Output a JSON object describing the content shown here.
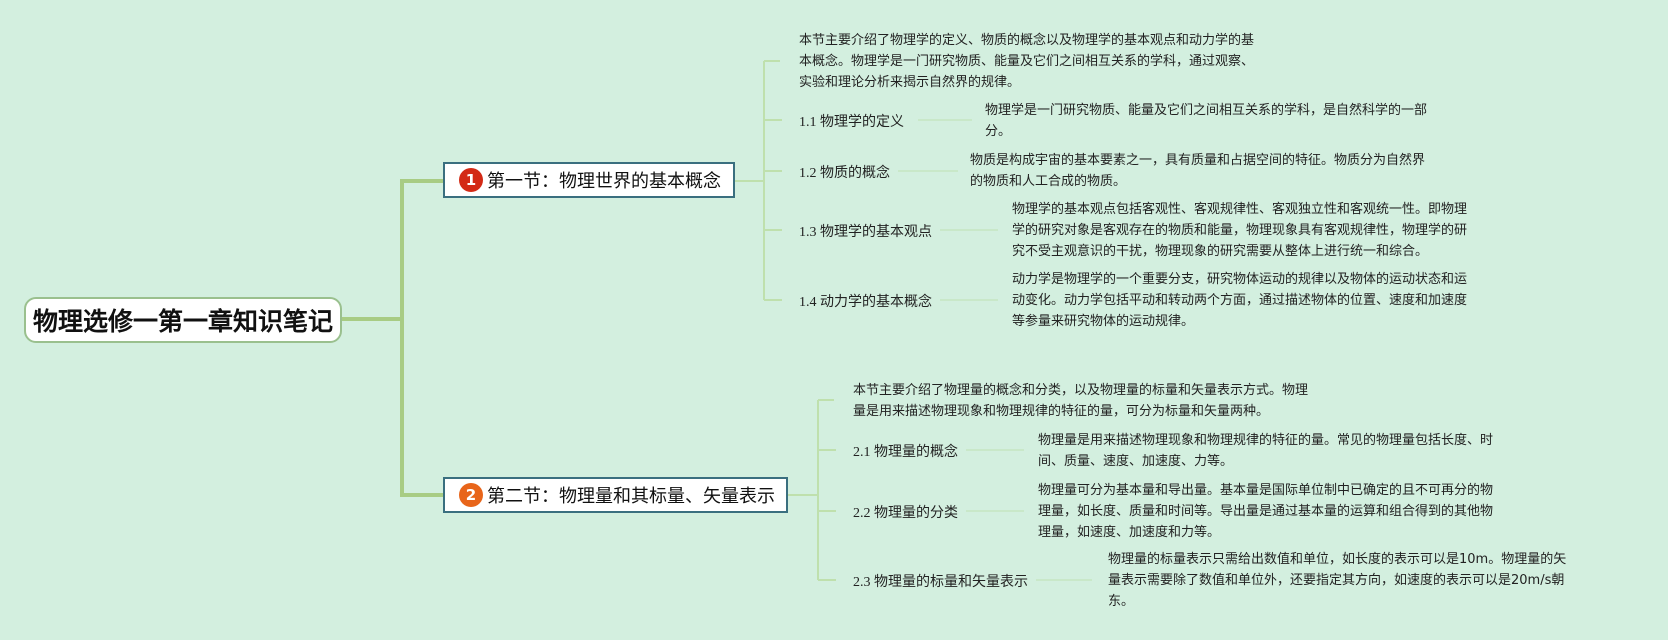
{
  "root": {
    "title": "物理选修一第一章知识笔记"
  },
  "sections": [
    {
      "badge": "1",
      "title": "第一节：物理世界的基本概念",
      "summary": [
        "本节主要介绍了物理学的定义、物质的概念以及物理学的基本观点和动力学的基",
        "本概念。物理学是一门研究物质、能量及它们之间相互关系的学科，通过观察、",
        "实验和理论分析来揭示自然界的规律。"
      ],
      "items": [
        {
          "label": "1.1 物理学的定义",
          "desc": [
            "物理学是一门研究物质、能量及它们之间相互关系的学科，是自然科学的一部",
            "分。"
          ]
        },
        {
          "label": "1.2 物质的概念",
          "desc": [
            "物质是构成宇宙的基本要素之一，具有质量和占据空间的特征。物质分为自然界",
            "的物质和人工合成的物质。"
          ]
        },
        {
          "label": "1.3 物理学的基本观点",
          "desc": [
            "物理学的基本观点包括客观性、客观规律性、客观独立性和客观统一性。即物理",
            "学的研究对象是客观存在的物质和能量，物理现象具有客观规律性，物理学的研",
            "究不受主观意识的干扰，物理现象的研究需要从整体上进行统一和综合。"
          ]
        },
        {
          "label": "1.4 动力学的基本概念",
          "desc": [
            "动力学是物理学的一个重要分支，研究物体运动的规律以及物体的运动状态和运",
            "动变化。动力学包括平动和转动两个方面，通过描述物体的位置、速度和加速度",
            "等参量来研究物体的运动规律。"
          ]
        }
      ]
    },
    {
      "badge": "2",
      "title": "第二节：物理量和其标量、矢量表示",
      "summary": [
        "本节主要介绍了物理量的概念和分类，以及物理量的标量和矢量表示方式。物理",
        "量是用来描述物理现象和物理规律的特征的量，可分为标量和矢量两种。"
      ],
      "items": [
        {
          "label": "2.1 物理量的概念",
          "desc": [
            "物理量是用来描述物理现象和物理规律的特征的量。常见的物理量包括长度、时",
            "间、质量、速度、加速度、力等。"
          ]
        },
        {
          "label": "2.2 物理量的分类",
          "desc": [
            "物理量可分为基本量和导出量。基本量是国际单位制中已确定的且不可再分的物",
            "理量，如长度、质量和时间等。导出量是通过基本量的运算和组合得到的其他物",
            "理量，如速度、加速度和力等。"
          ]
        },
        {
          "label": "2.3 物理量的标量和矢量表示",
          "desc": [
            "物理量的标量表示只需给出数值和单位，如长度的表示可以是10m。物理量的矢",
            "量表示需要除了数值和单位外，还要指定其方向，如速度的表示可以是20m/s朝",
            "东。"
          ]
        }
      ]
    }
  ],
  "colors": {
    "background": "#d3efdf",
    "trunk": "#a8cc84",
    "branch": "#bfe0ad",
    "leaf_line": "#c6e6c2"
  }
}
